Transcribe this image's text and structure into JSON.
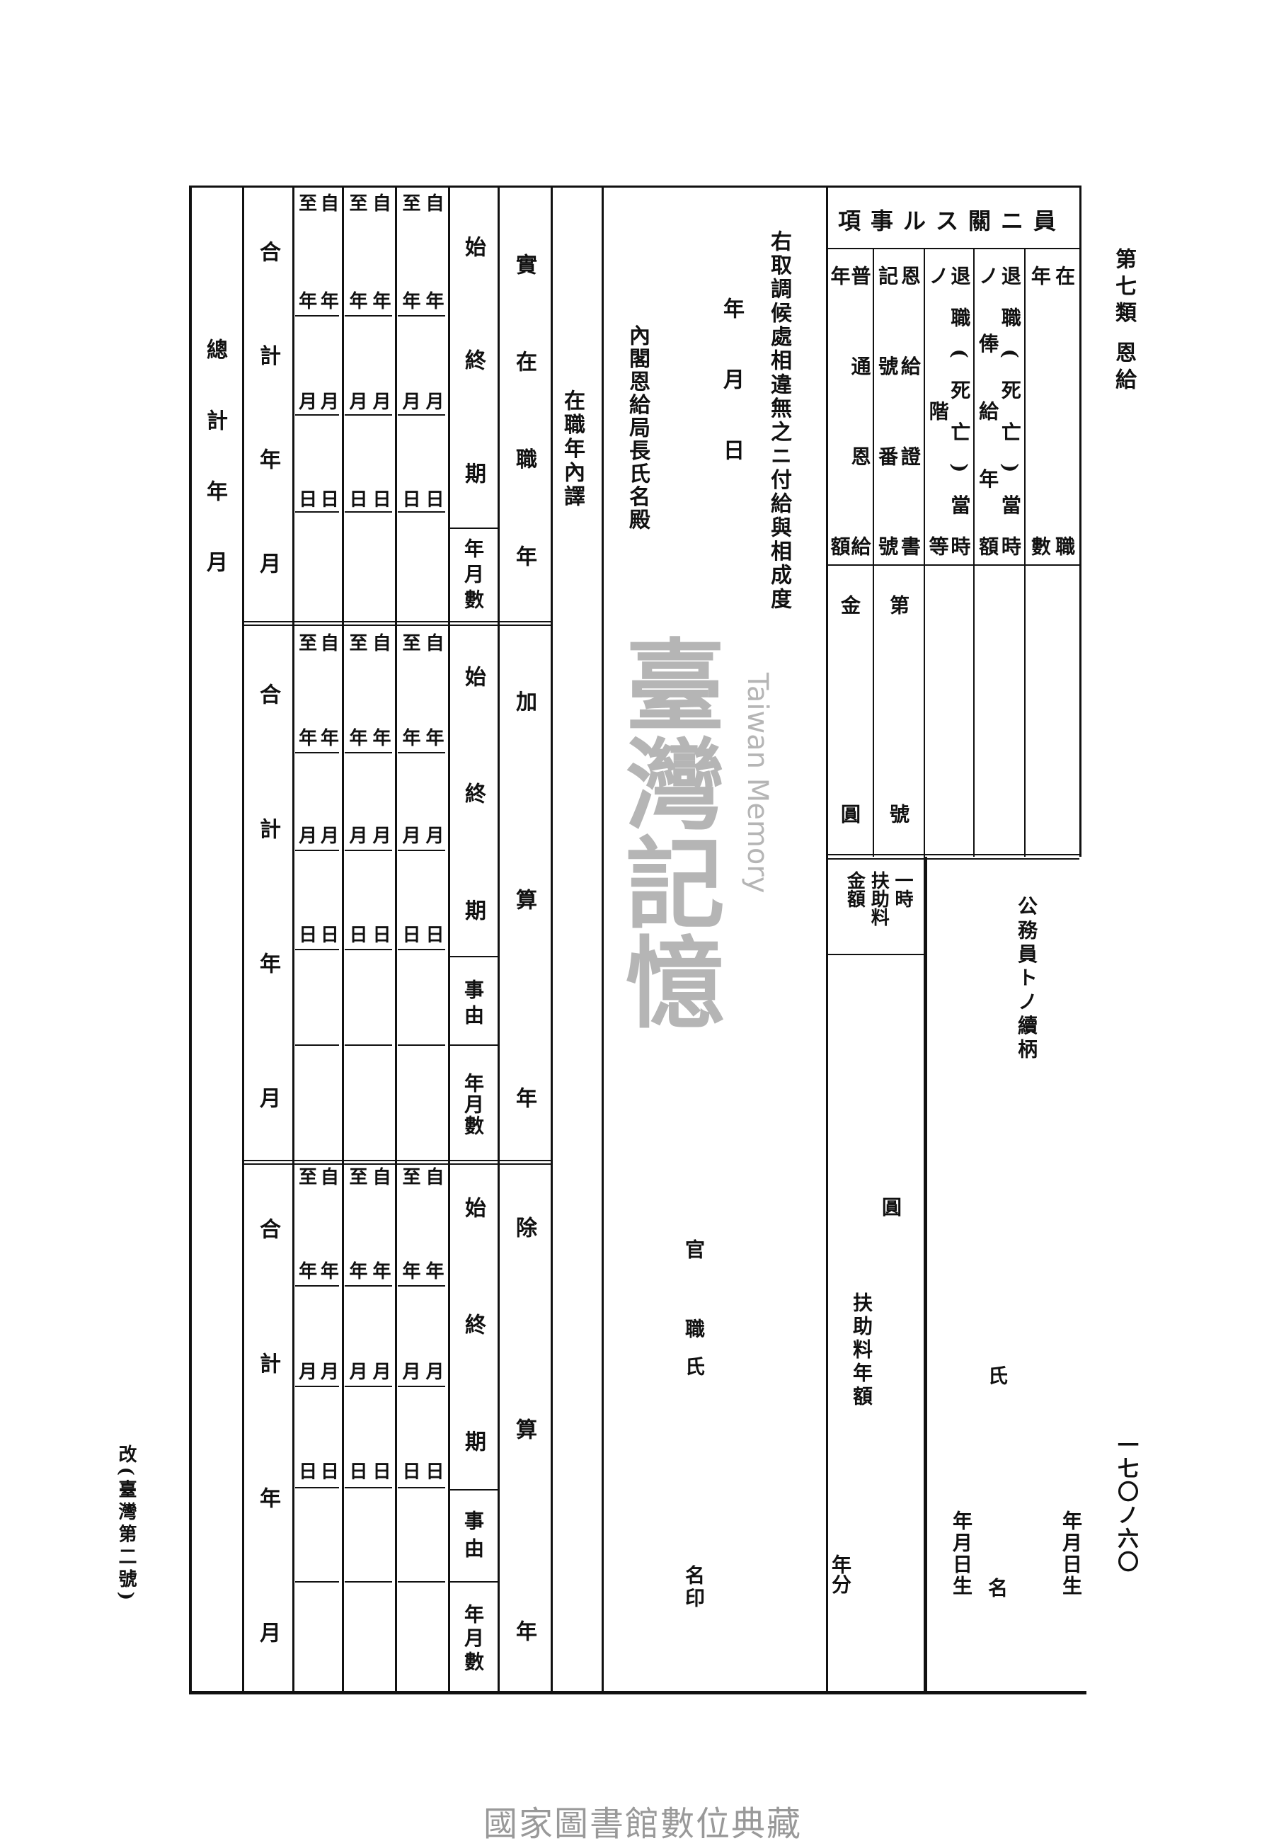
{
  "page_header": {
    "category": "第七類 恩給",
    "page_number": "一七〇ノ六〇"
  },
  "form_number": "改(臺灣第二號)",
  "official_section": {
    "title": "員ニ關スル事項",
    "columns": [
      {
        "right": "在職",
        "left": "年數",
        "value_top": "",
        "value_bottom": ""
      },
      {
        "right": "退職(死亡)當時",
        "left": "ノ俸給年額",
        "value_top": "",
        "value_bottom": ""
      },
      {
        "right": "退職(死亡)當時",
        "left": "ノ階等",
        "value_top": "",
        "value_bottom": ""
      },
      {
        "right": "恩給證書",
        "left": "記號番號",
        "value_top": "第",
        "value_bottom": "號"
      },
      {
        "right": "普通恩給",
        "left": "年額",
        "value_top": "金",
        "value_bottom": "圓"
      }
    ],
    "survivor": {
      "lump_sum_label": "一時\n扶助料\n金額",
      "lump_sum_unit": "圓",
      "annual_label": "扶助料年額",
      "annual_suffix": "年分",
      "relation_label": "公務員トノ續柄",
      "name_family": "氏",
      "name_given": "名",
      "birth_label_1": "年月日生",
      "birth_label_2": "年月日生"
    }
  },
  "declaration": {
    "statement": "右取調候處相違無之ニ付給與相成度",
    "date": "年月日",
    "addressee": "內閣恩給局長氏名殿",
    "signer_office": "官職",
    "signer_name": "氏",
    "signer_seal": "名印"
  },
  "service_breakdown": {
    "title": "在職年內譯",
    "date_from": "自",
    "date_to": "至",
    "units": [
      "年",
      "月",
      "日"
    ],
    "sections": [
      {
        "type_label": "實在職年",
        "period_label": "始終期",
        "sub_labels": [
          "年月數"
        ],
        "subtotal": "合計年月"
      },
      {
        "type_label": "加算年",
        "period_label": "始終期",
        "sub_labels": [
          "事由",
          "年月數"
        ],
        "subtotal": "合計年月"
      },
      {
        "type_label": "除算年",
        "period_label": "始終期",
        "sub_labels": [
          "事由",
          "年月數"
        ],
        "subtotal": "合計年月"
      }
    ],
    "grand_total": "總計年月"
  },
  "watermark": {
    "chinese": "臺灣記憶",
    "english": "Taiwan Memory"
  },
  "footer": "國家圖書館數位典藏"
}
